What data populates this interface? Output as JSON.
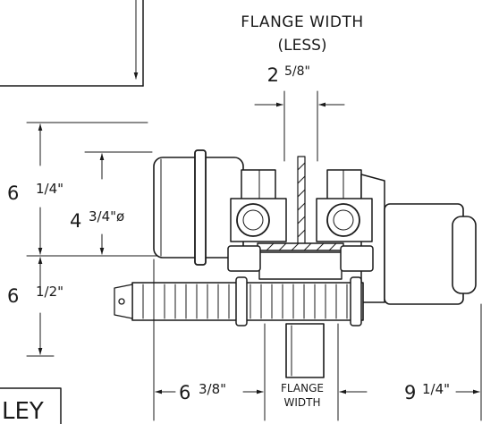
{
  "labels": {
    "flange_width_title": "FLANGE WIDTH",
    "less": "(LESS)",
    "dim_2_5_8": "2",
    "dim_2_5_8_frac": "5/8\"",
    "dim_6_1_4": "6",
    "dim_6_1_4_frac": "1/4\"",
    "dim_4_3_4": "4",
    "dim_4_3_4_frac": "3/4\"ø",
    "dim_6_1_2": "6",
    "dim_6_1_2_frac": "1/2\"",
    "dim_6_3_8": "6",
    "dim_6_3_8_frac": "3/8\"",
    "dim_9_1_4": "9",
    "dim_9_1_4_frac": "1/4\"",
    "flange_bottom_1": "FLANGE",
    "flange_bottom_2": "WIDTH",
    "title_block_partial": "LEY"
  },
  "colors": {
    "ink": "#1a1a1a",
    "paper": "#ffffff"
  }
}
